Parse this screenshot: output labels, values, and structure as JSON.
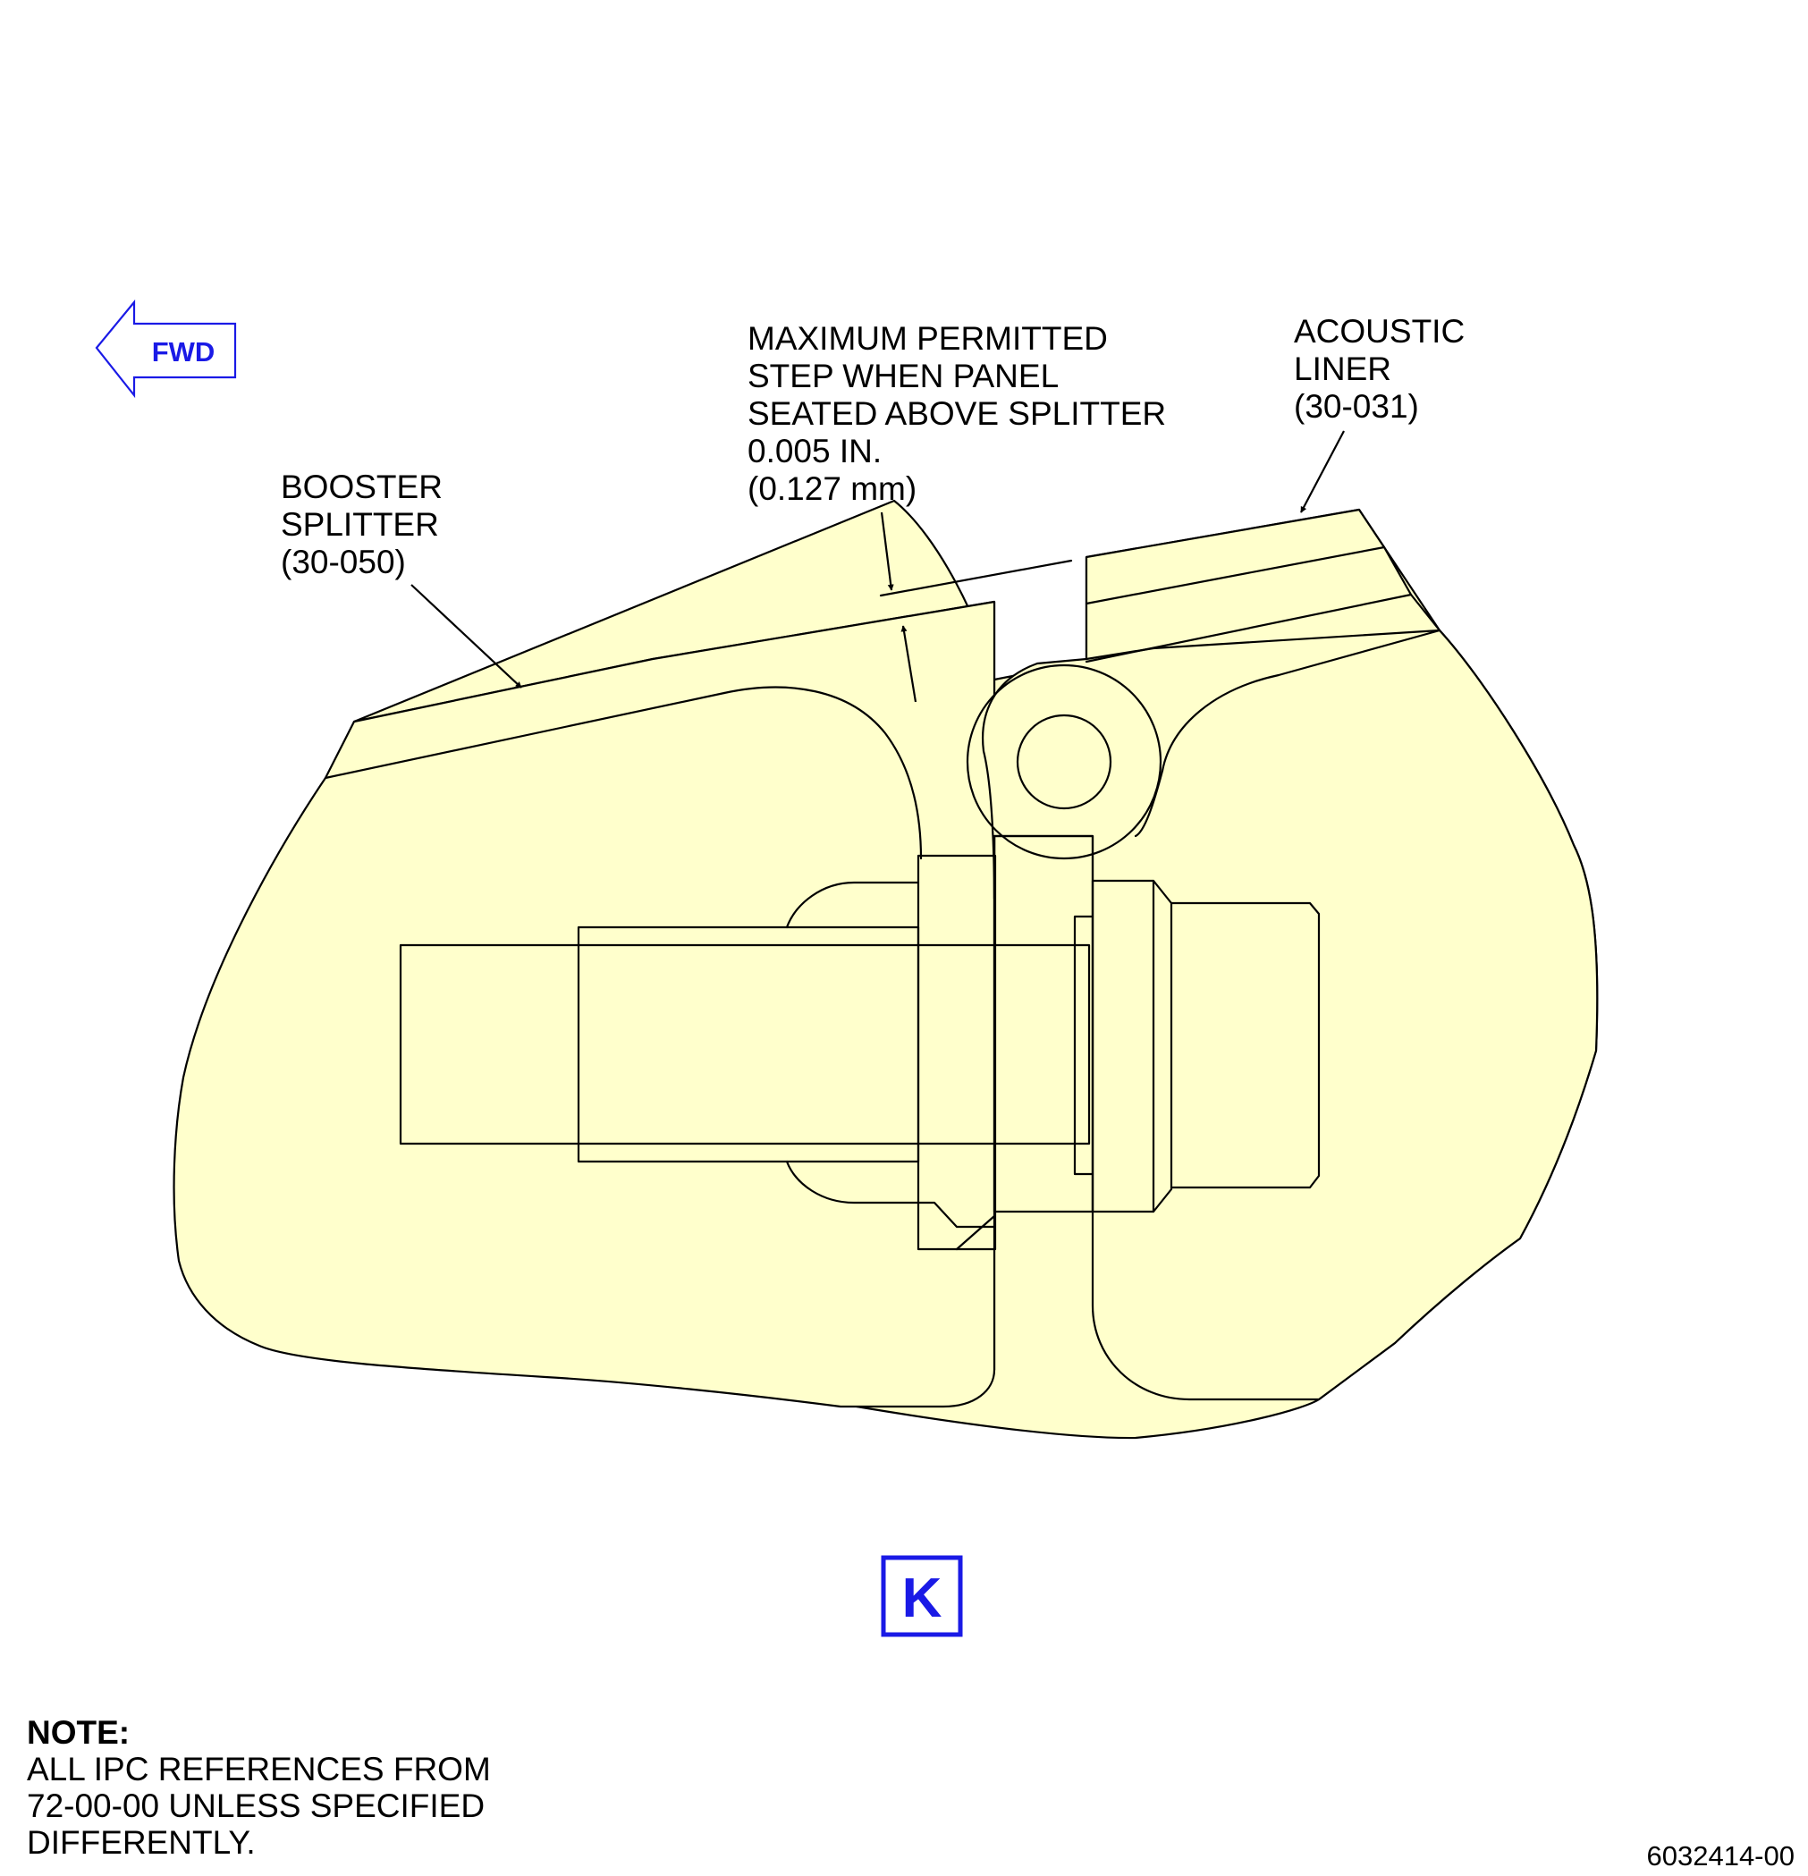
{
  "fwd_label": "FWD",
  "view_label": "K",
  "callouts": {
    "booster_splitter": [
      "BOOSTER",
      "SPLITTER",
      "(30-050)"
    ],
    "max_step": [
      "MAXIMUM PERMITTED",
      "STEP WHEN PANEL",
      "SEATED ABOVE SPLITTER",
      "0.005 IN.",
      "(0.127 mm)"
    ],
    "acoustic_liner": [
      "ACOUSTIC",
      "LINER",
      "(30-031)"
    ]
  },
  "note": {
    "title": "NOTE:",
    "lines": [
      "ALL IPC REFERENCES FROM",
      "72-00-00 UNLESS SPECIFIED",
      "DIFFERENTLY."
    ]
  },
  "figure_id": "6032414-00",
  "colors": {
    "part_fill": "#FFFFCC",
    "line": "#000000",
    "accent_blue": "#1A1AE6"
  }
}
